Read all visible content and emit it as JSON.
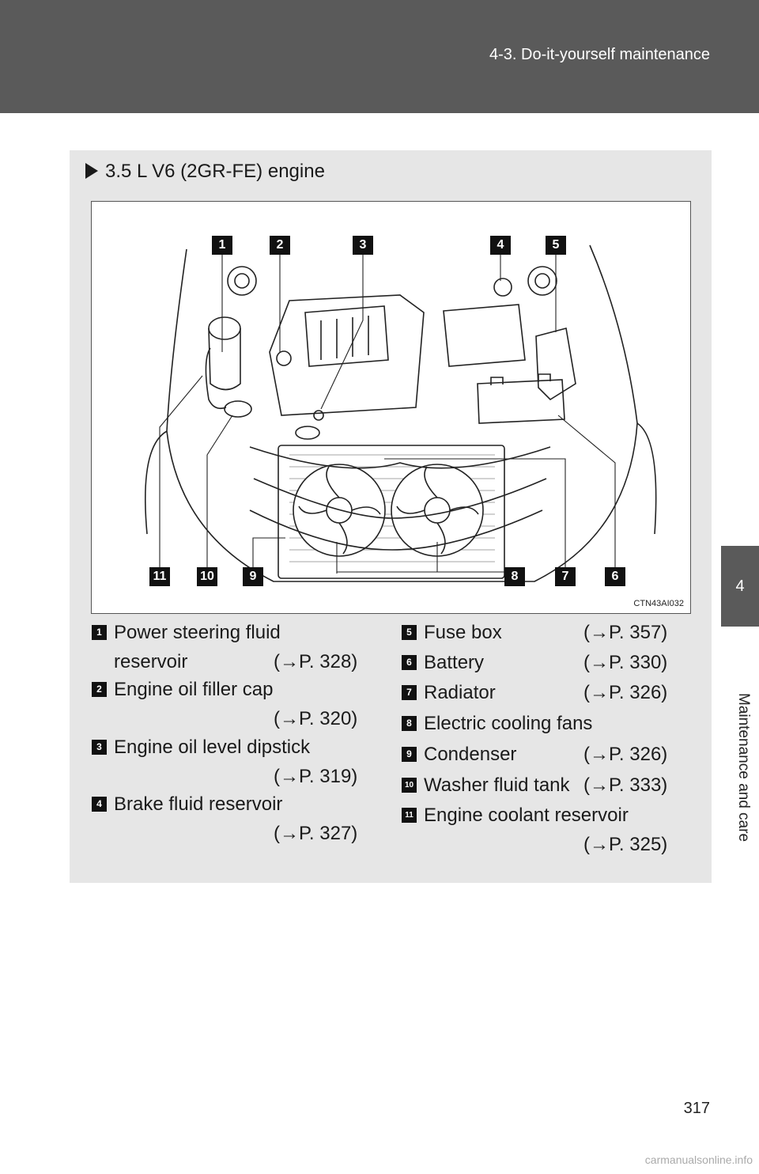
{
  "header": {
    "title": "4-3. Do-it-yourself maintenance"
  },
  "side_tab": {
    "chapter": "4",
    "label": "Maintenance and care"
  },
  "section": {
    "title": "3.5 L V6 (2GR-FE) engine"
  },
  "figure": {
    "code": "CTN43AI032",
    "callouts_top": [
      "1",
      "2",
      "3",
      "4",
      "5"
    ],
    "callouts_bottom": [
      "11",
      "10",
      "9",
      "8",
      "7",
      "6"
    ]
  },
  "legend_left": [
    {
      "num": "1",
      "lines": [
        "Power steering fluid",
        "reservoir"
      ],
      "ref": "(→P. 328)"
    },
    {
      "num": "2",
      "lines": [
        "Engine oil filler cap"
      ],
      "ref": "(→P. 320)"
    },
    {
      "num": "3",
      "lines": [
        "Engine oil level dipstick"
      ],
      "ref": "(→P. 319)"
    },
    {
      "num": "4",
      "lines": [
        "Brake fluid reservoir"
      ],
      "ref": "(→P. 327)"
    }
  ],
  "legend_right": [
    {
      "num": "5",
      "label": "Fuse box",
      "ref": "(→P. 357)"
    },
    {
      "num": "6",
      "label": "Battery",
      "ref": "(→P. 330)"
    },
    {
      "num": "7",
      "label": "Radiator",
      "ref": "(→P. 326)"
    },
    {
      "num": "8",
      "label": "Electric cooling fans",
      "ref": ""
    },
    {
      "num": "9",
      "label": "Condenser",
      "ref": "(→P. 326)"
    },
    {
      "num": "10",
      "label": "Washer fluid tank",
      "ref": "(→P. 333)"
    },
    {
      "num": "11",
      "label": "Engine coolant reservoir",
      "ref": "(→P. 325)"
    }
  ],
  "page_number": "317",
  "watermark": "carmanualsonline.info"
}
